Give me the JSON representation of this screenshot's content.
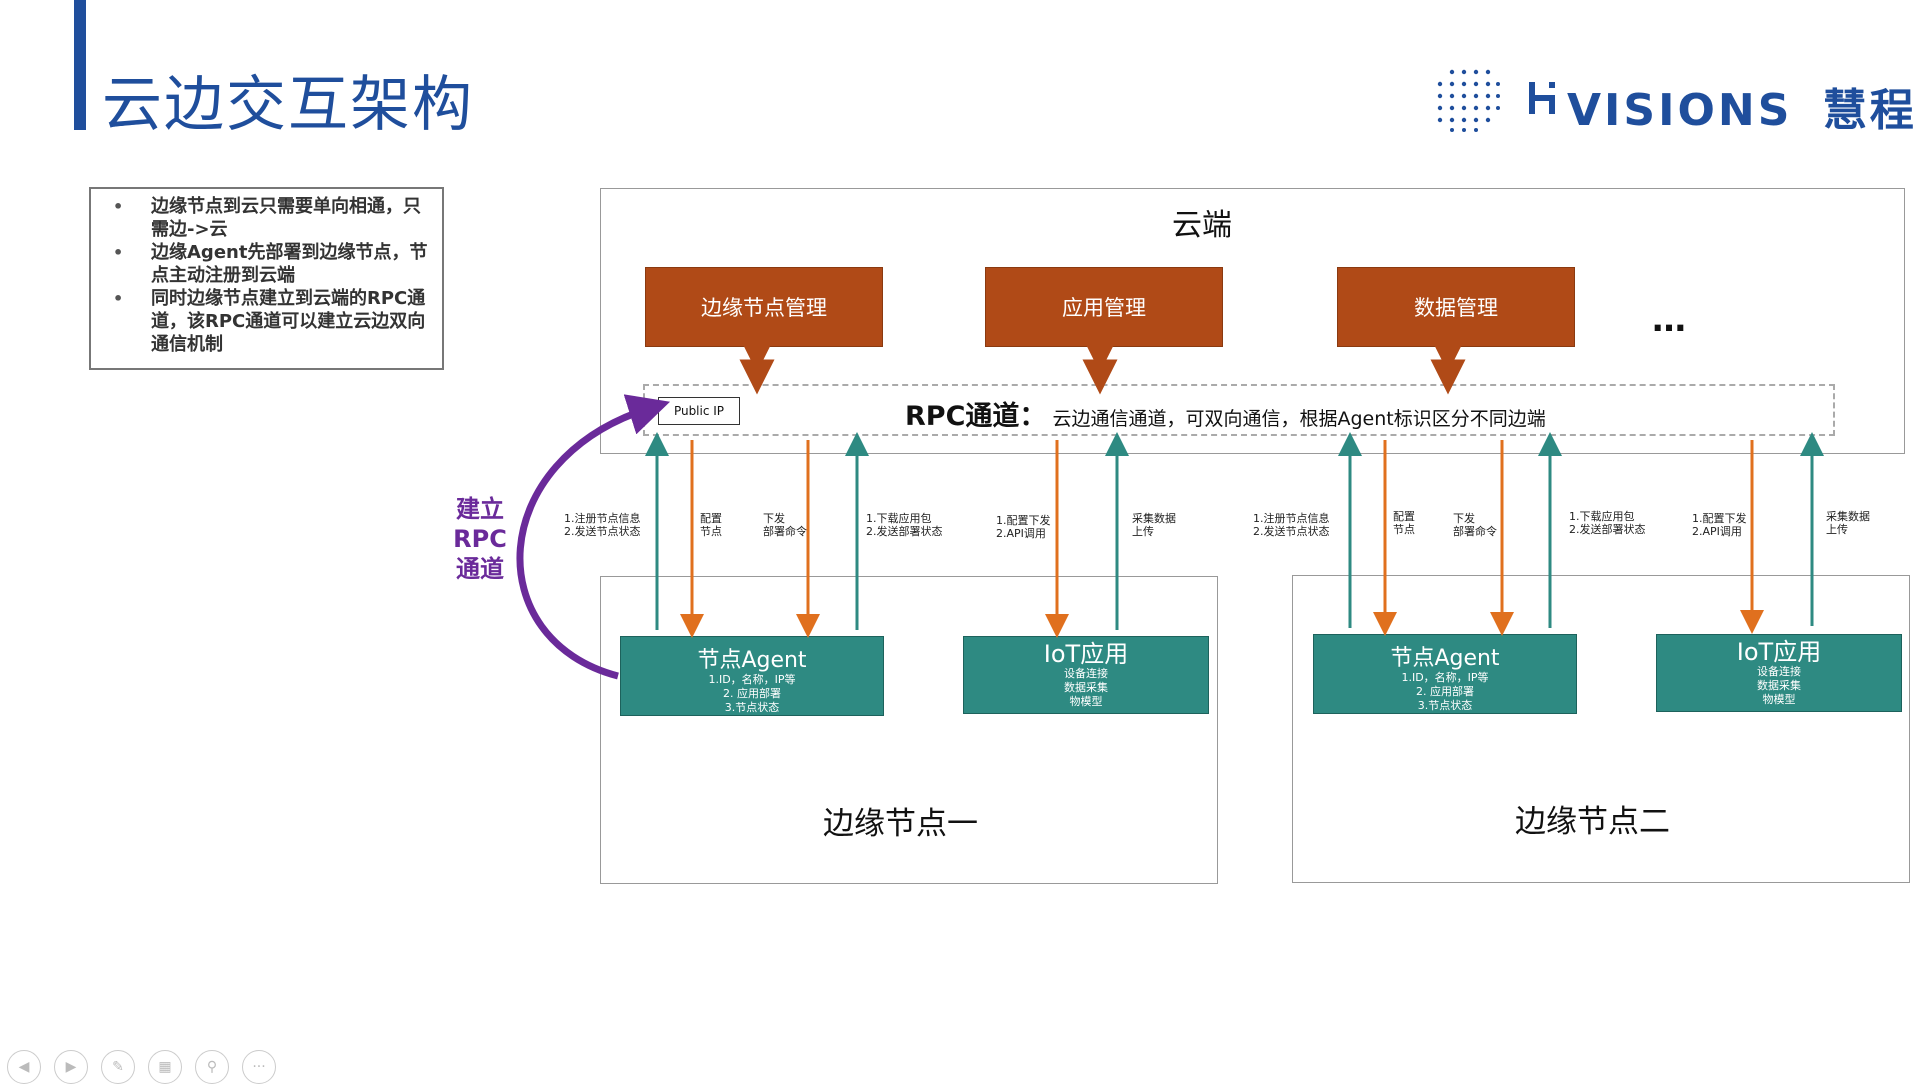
{
  "title": "云边交互架构",
  "logo": {
    "text": "VISIONS",
    "brand": "慧程",
    "color": "#1f4e9c"
  },
  "notes": [
    "边缘节点到云只需要单向相通，只需边->云",
    "边缘Agent先部署到边缘节点，节点主动注册到云端",
    "同时边缘节点建立到云端的RPC通道，该RPC通道可以建立云边双向通信机制"
  ],
  "cloud": {
    "label": "云端",
    "modules": [
      "边缘节点管理",
      "应用管理",
      "数据管理"
    ],
    "more": "…"
  },
  "rpc": {
    "public_ip": "Public IP",
    "name": "RPC通道",
    "colon": "：",
    "desc": "云边通信通道，可双向通信，根据Agent标识区分不同边端"
  },
  "build_rpc": [
    "建立",
    "RPC",
    "通道"
  ],
  "arrow_labels": {
    "register": [
      "1.注册节点信息",
      "2.发送节点状态"
    ],
    "config_node": [
      "配置",
      "节点"
    ],
    "deploy_cmd": [
      "下发",
      "部署命令"
    ],
    "download": [
      "1.下载应用包",
      "2.发送部署状态"
    ],
    "config_api": [
      "1.配置下发",
      "2.API调用"
    ],
    "upload": [
      "采集数据",
      "上传"
    ]
  },
  "edges": [
    {
      "label": "边缘节点一",
      "agent": {
        "title": "节点Agent",
        "lines": [
          "1.ID，名称，IP等",
          "2. 应用部署",
          "3.节点状态"
        ]
      },
      "iot": {
        "title": "IoT应用",
        "lines": [
          "设备连接",
          "数据采集",
          "物模型"
        ]
      }
    },
    {
      "label": "边缘节点二",
      "agent": {
        "title": "节点Agent",
        "lines": [
          "1.ID，名称，IP等",
          "2. 应用部署",
          "3.节点状态"
        ]
      },
      "iot": {
        "title": "IoT应用",
        "lines": [
          "设备连接",
          "数据采集",
          "物模型"
        ]
      }
    }
  ],
  "colors": {
    "module": "#b04a17",
    "agent": "#2e8a82",
    "arrow_orange": "#e0701e",
    "arrow_teal": "#2e8a82",
    "build": "#6a2a9a"
  },
  "controls": [
    "prev-icon",
    "next-icon",
    "pen-icon",
    "slides-icon",
    "zoom-icon",
    "more-icon"
  ]
}
